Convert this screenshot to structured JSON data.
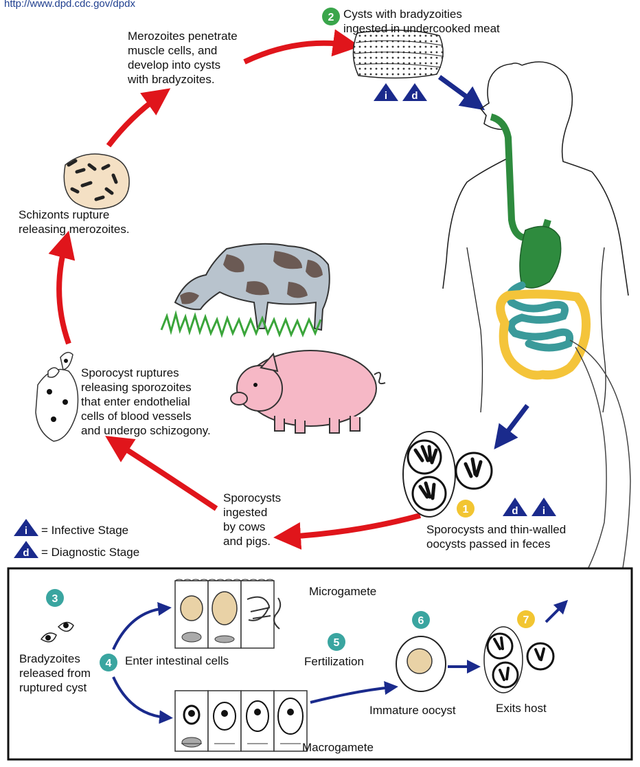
{
  "source_url": "http://www.dpd.cdc.gov/dpdx",
  "cycle": {
    "merozoites": "Merozoites penetrate\nmuscle cells, and\ndevelop into cysts\nwith bradyzoites.",
    "schizonts": "Schizonts rupture\nreleasing merozoites.",
    "sporocyst_ruptures": "Sporocyst ruptures\nreleasing sporozoites\nthat enter endothelial\ncells of blood vessels\nand undergo schizogony.",
    "sporocysts_ingested": "Sporocysts\ningested\nby cows\nand pigs.",
    "step2_number": "2",
    "step2_label": "Cysts with bradyzoities\ningested in undercooked meat",
    "step1_number": "1",
    "step1_label": "Sporocysts and thin-walled\noocysts passed in feces"
  },
  "legend": {
    "infective_symbol": "i",
    "infective_label": "= Infective Stage",
    "diagnostic_symbol": "d",
    "diagnostic_label": "= Diagnostic Stage"
  },
  "inset": {
    "step3_number": "3",
    "step3_label": "Bradyzoites\nreleased from\nruptured cyst",
    "step4_number": "4",
    "step4_label": "Enter intestinal cells",
    "microgamete": "Microgamete",
    "macrogamete": "Macrogamete",
    "step5_number": "5",
    "step5_label": "Fertilization",
    "step6_number": "6",
    "step6_label": "Immature oocyst",
    "step7_number": "7",
    "step7_label": "Exits host"
  },
  "colors": {
    "red_arrow": "#e0151b",
    "blue_arrow": "#1a2a8c",
    "green_step": "#3aa54b",
    "teal_step": "#3aa5a0",
    "yellow_step": "#f2c531",
    "esophagus": "#2e8b3e",
    "small_intestine": "#3a9a9a",
    "colon": "#f4c43a",
    "pig": "#f6b8c6",
    "cyst_tan": "#e9d2a6"
  }
}
